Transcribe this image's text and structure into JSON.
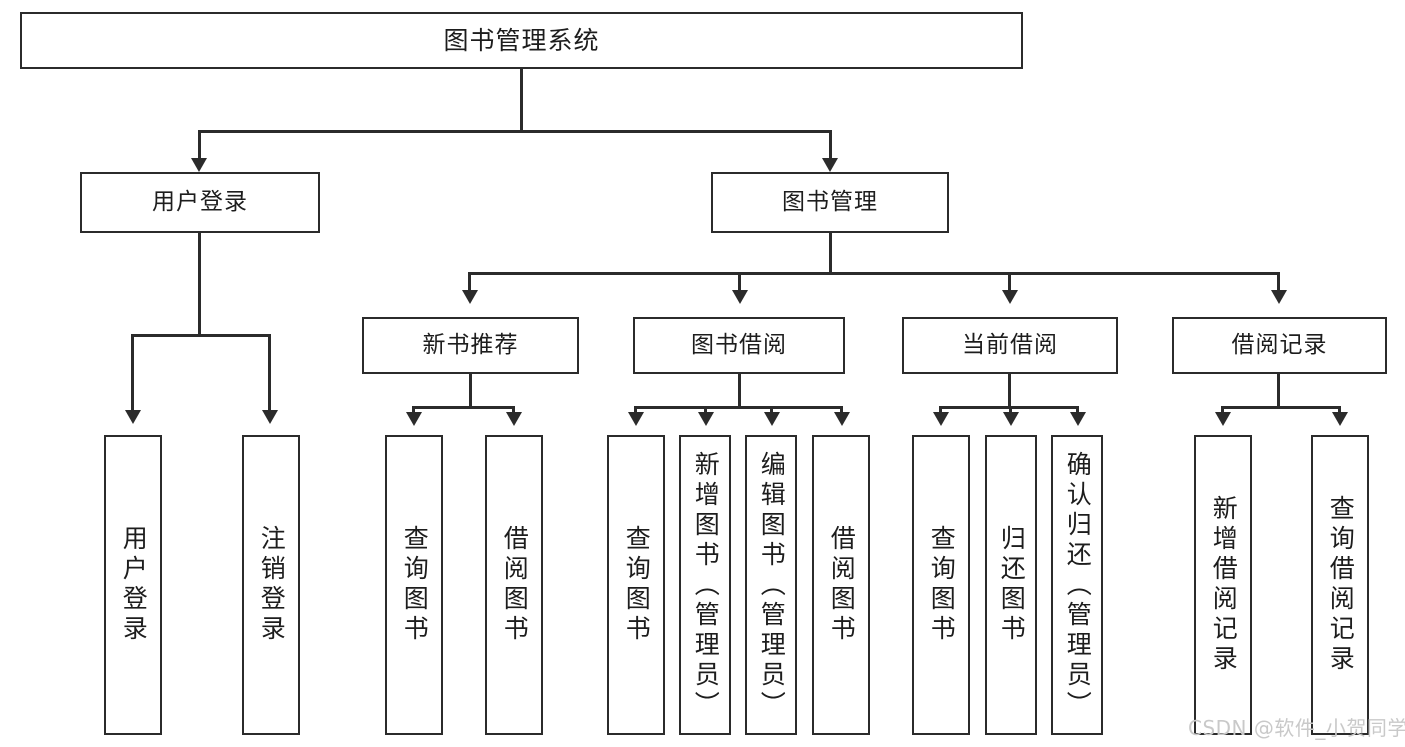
{
  "diagram": {
    "title": "图书管理系统",
    "type": "tree-hierarchy",
    "root": {
      "id": "root",
      "label": "图书管理系统"
    },
    "level1": [
      {
        "id": "user-login",
        "label": "用户登录"
      },
      {
        "id": "book-management",
        "label": "图书管理"
      }
    ],
    "level2": [
      {
        "id": "new-book-recommend",
        "label": "新书推荐",
        "parent": "book-management"
      },
      {
        "id": "book-borrow",
        "label": "图书借阅",
        "parent": "book-management"
      },
      {
        "id": "current-borrow",
        "label": "当前借阅",
        "parent": "book-management"
      },
      {
        "id": "borrow-record",
        "label": "借阅记录",
        "parent": "book-management"
      }
    ],
    "leaves": [
      {
        "id": "leaf-user-login",
        "label": "用户登录",
        "parent": "user-login"
      },
      {
        "id": "leaf-logout-login",
        "label": "注销登录",
        "parent": "user-login"
      },
      {
        "id": "leaf-query-book-1",
        "label": "查询图书",
        "parent": "new-book-recommend"
      },
      {
        "id": "leaf-borrow-book-1",
        "label": "借阅图书",
        "parent": "new-book-recommend"
      },
      {
        "id": "leaf-query-book-2",
        "label": "查询图书",
        "parent": "book-borrow"
      },
      {
        "id": "leaf-add-book-admin",
        "label": "新增图书（管理员）",
        "parent": "book-borrow"
      },
      {
        "id": "leaf-edit-book-admin",
        "label": "编辑图书（管理员）",
        "parent": "book-borrow"
      },
      {
        "id": "leaf-borrow-book-2",
        "label": "借阅图书",
        "parent": "book-borrow"
      },
      {
        "id": "leaf-query-book-3",
        "label": "查询图书",
        "parent": "current-borrow"
      },
      {
        "id": "leaf-return-book",
        "label": "归还图书",
        "parent": "current-borrow"
      },
      {
        "id": "leaf-confirm-return-admin",
        "label": "确认归还（管理员）",
        "parent": "current-borrow"
      },
      {
        "id": "leaf-add-borrow-record",
        "label": "新增借阅记录",
        "parent": "borrow-record"
      },
      {
        "id": "leaf-query-borrow-record",
        "label": "查询借阅记录",
        "parent": "borrow-record"
      }
    ],
    "watermark": "CSDN @软件_小贺同学",
    "colors": {
      "stroke": "#2b2b2b",
      "fill": "#ffffff",
      "text": "#1d1d1d",
      "watermark": "#c9c9c9"
    }
  }
}
